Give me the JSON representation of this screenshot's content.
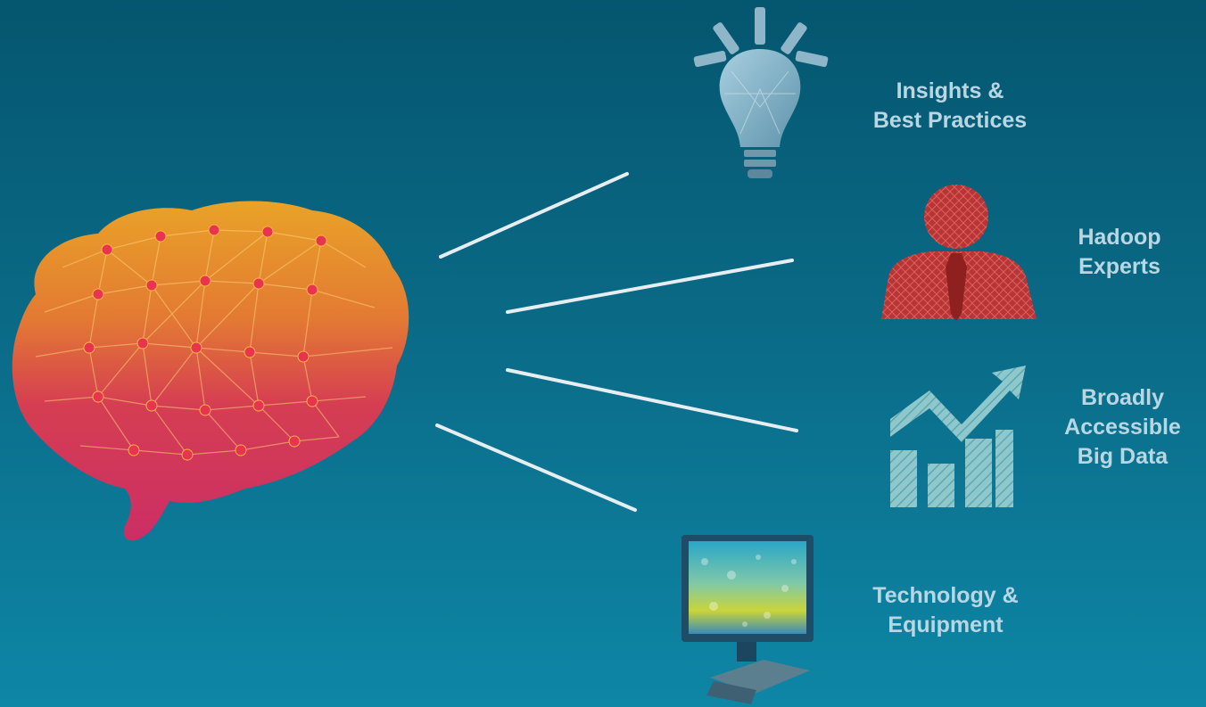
{
  "items": [
    {
      "id": "insights",
      "lines": [
        "Insights &",
        "Best Practices"
      ],
      "icon": "lightbulb-icon"
    },
    {
      "id": "hadoop",
      "lines": [
        "Hadoop",
        "Experts"
      ],
      "icon": "person-icon"
    },
    {
      "id": "bigdata",
      "lines": [
        "Broadly",
        "Accessible",
        "Big Data"
      ],
      "icon": "growth-chart-icon"
    },
    {
      "id": "tech",
      "lines": [
        "Technology &",
        "Equipment"
      ],
      "icon": "computer-monitor-icon"
    }
  ],
  "center_icon": "brain-network-icon",
  "colors": {
    "background_top": "#05566f",
    "background_bottom": "#0e86a6",
    "label_text": "#b9d7e3",
    "connector": "#e6eef2",
    "brain_top": "#f39a25",
    "brain_bottom": "#d92a5c",
    "person": "#b93434",
    "chart": "#8fc8cc",
    "bulb": "#8fb6c8"
  }
}
